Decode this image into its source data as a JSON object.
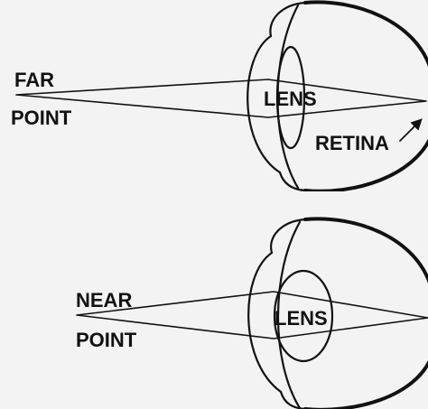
{
  "diagram": {
    "background": "#f3f3f3",
    "ink": "#111111",
    "far_eye": {
      "point_label_line1": "FAR",
      "point_label_line2": "POINT",
      "lens_label": "LENS",
      "retina_label": "RETINA"
    },
    "near_eye": {
      "point_label_line1": "NEAR",
      "point_label_line2": "POINT",
      "lens_label": "LENS"
    }
  }
}
